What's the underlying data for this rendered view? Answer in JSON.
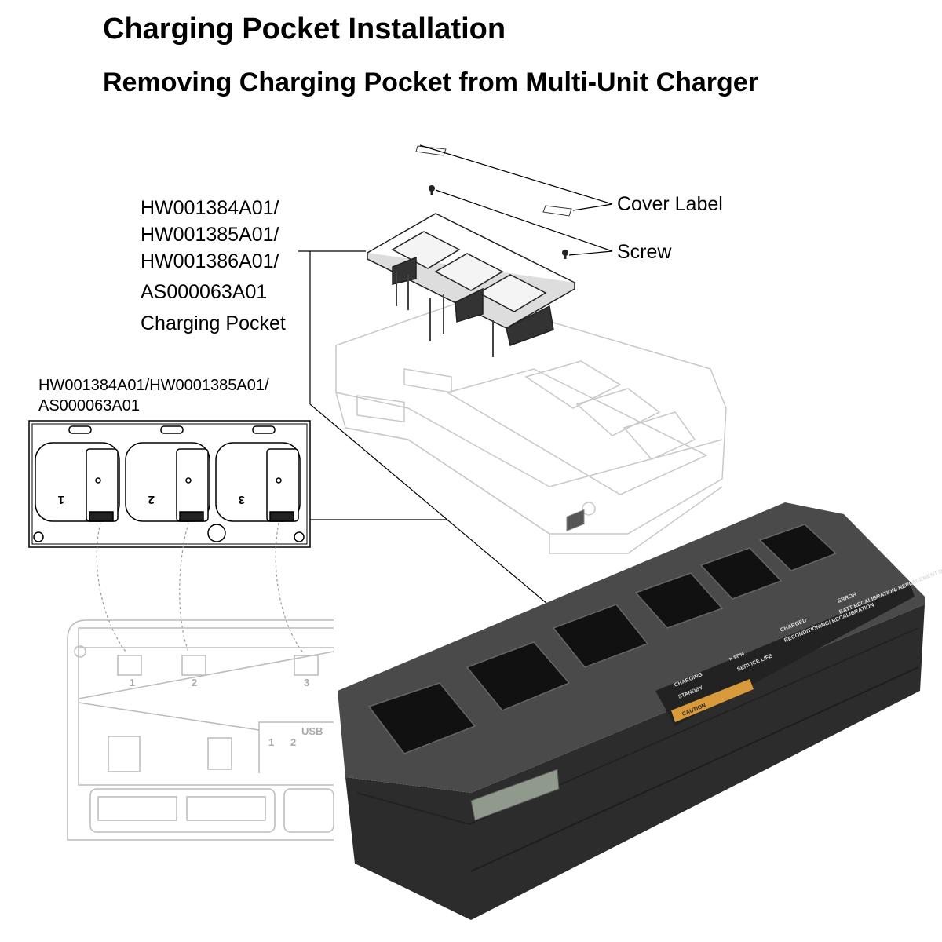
{
  "header": {
    "title": "Charging Pocket Installation",
    "subtitle": "Removing Charging Pocket from Multi-Unit Charger"
  },
  "callouts": {
    "cover_label": "Cover Label",
    "screw": "Screw",
    "pocket_part_numbers": [
      "HW001384A01/",
      "HW001385A01/",
      "HW001386A01/",
      "AS000063A01"
    ],
    "pocket_name": "Charging Pocket",
    "inset_part_numbers": [
      "HW001384A01/HW0001385A01/",
      "AS000063A01"
    ]
  },
  "inset": {
    "slot_numbers": [
      "1",
      "2",
      "3"
    ]
  },
  "board_diagram": {
    "connector_numbers": [
      "1",
      "2",
      "3"
    ],
    "usb_label": "USB",
    "port_numbers": [
      "1",
      "2"
    ]
  },
  "charger_panel": {
    "labels": [
      "CHARGING",
      "STANDBY",
      "> 90%",
      "SERVICE LIFE",
      "CHARGED",
      "RECONDITIONING/ RECALIBRATION",
      "ERROR",
      "BATT RECALIBRATION/ REPLACEMENT DUE"
    ],
    "caution": "CAUTION"
  },
  "colors": {
    "charger_body": "#3a3a3a",
    "caution": "#d89a3a",
    "outline_gray": "#c8c8c8"
  }
}
